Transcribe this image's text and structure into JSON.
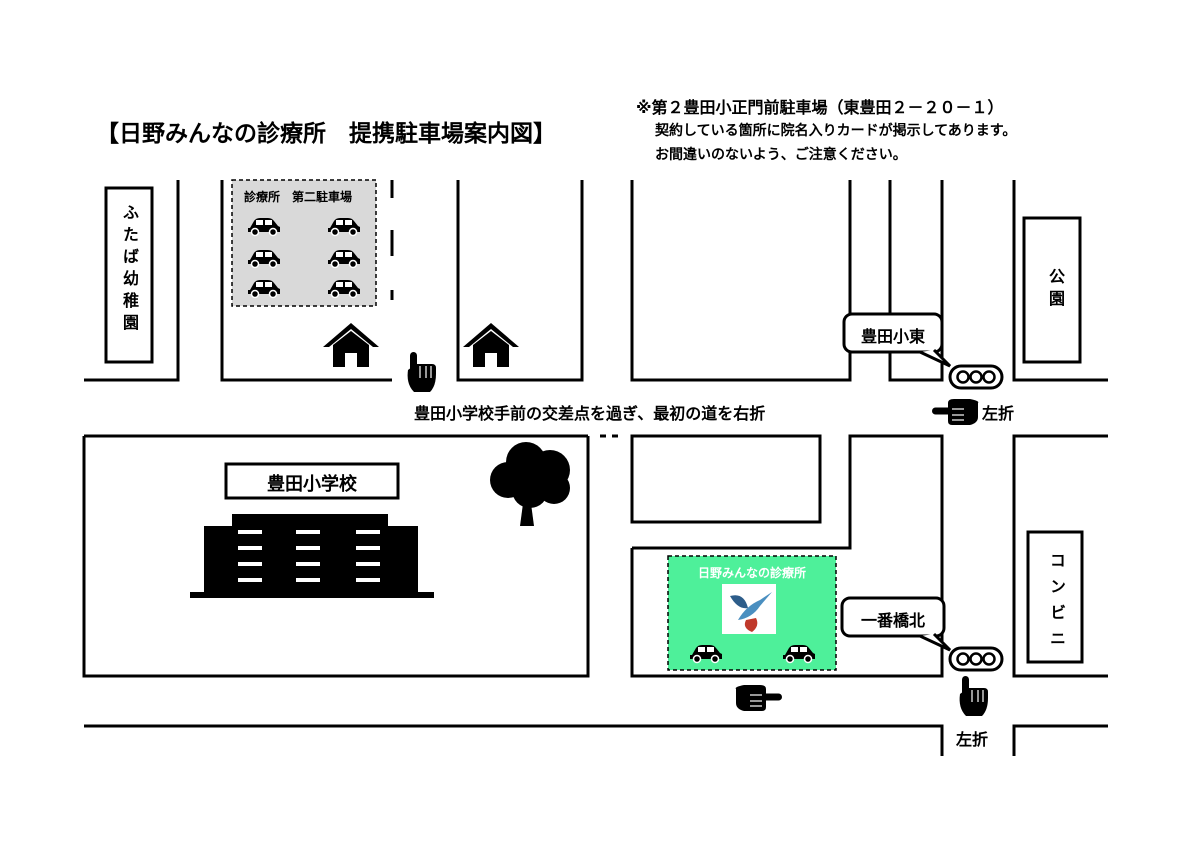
{
  "title": "【日野みんなの診療所　提携駐車場案内図】",
  "notes": [
    "※第２豊田小正門前駐車場（東豊田２－２０－１）",
    "契約している箇所に院名入りカードが掲示してあります。",
    "お間違いのないよう、ご注意ください。"
  ],
  "labels": {
    "kindergarten": "ふたば幼稚園",
    "parking2": "診療所　第二駐車場",
    "park": "公園",
    "intersection_east": "豊田小東",
    "route_instruction": "豊田小学校手前の交差点を過ぎ、最初の道を右折",
    "turn_left_1": "左折",
    "school": "豊田小学校",
    "clinic": "日野みんなの診療所",
    "intersection_north": "一番橋北",
    "convenience": "コンビニ",
    "turn_left_2": "左折"
  },
  "colors": {
    "clinic_fill": "#4ef09a",
    "road": "#000000"
  },
  "icons": [
    "house-icon",
    "car-icon",
    "hand-pointer-icon",
    "traffic-light-icon",
    "tree-icon",
    "school-building-icon",
    "bird-logo-icon"
  ]
}
